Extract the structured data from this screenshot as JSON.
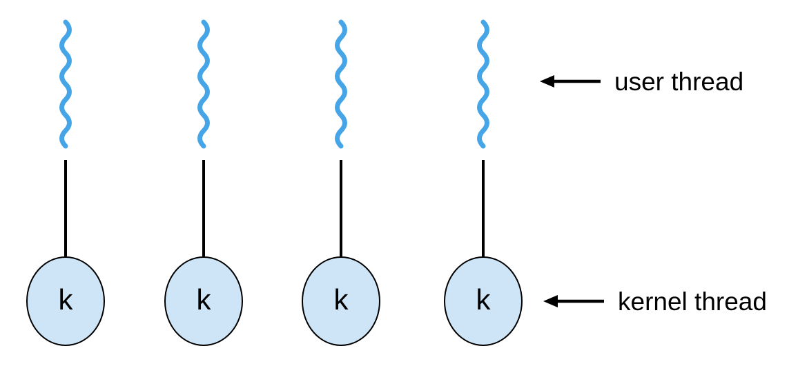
{
  "colors": {
    "user_thread": "#45a5e6",
    "kernel_fill": "#cde5f7",
    "kernel_stroke": "#000000",
    "line": "#000000",
    "text": "#000000"
  },
  "threads": [
    {
      "kernel_label": "k"
    },
    {
      "kernel_label": "k"
    },
    {
      "kernel_label": "k"
    },
    {
      "kernel_label": "k"
    }
  ],
  "legend": {
    "user_thread_label": "user thread",
    "kernel_thread_label": "kernel thread"
  }
}
